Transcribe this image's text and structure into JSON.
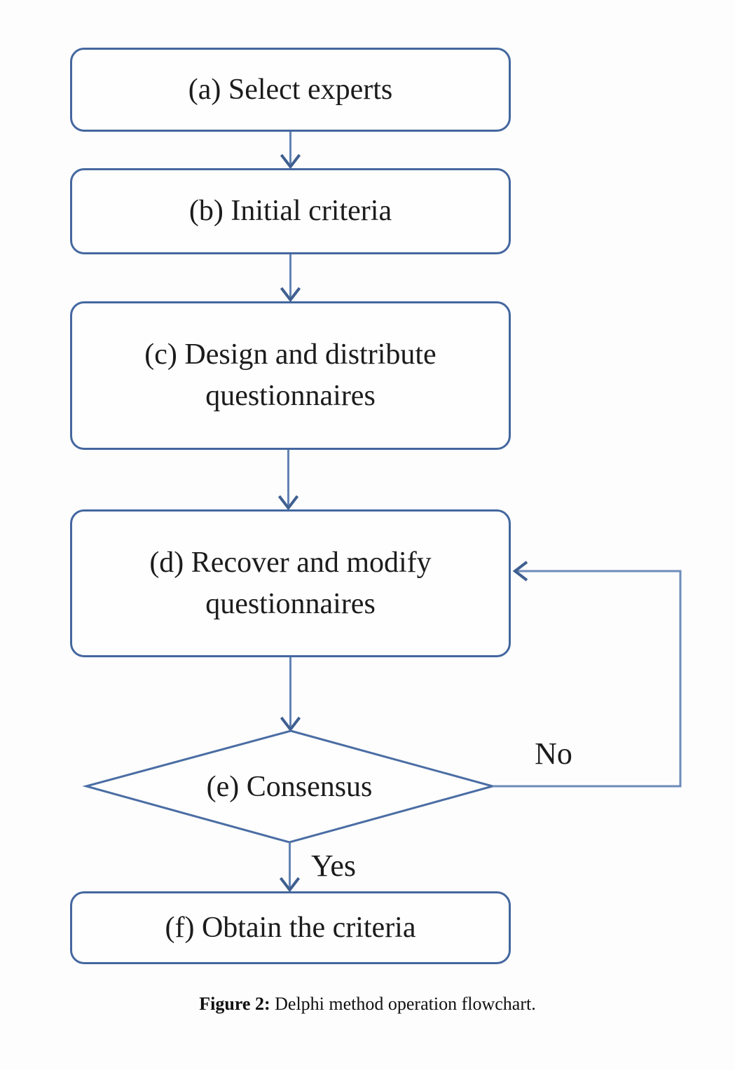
{
  "figure": {
    "caption_prefix": "Figure 2:",
    "caption_text": "Delphi method operation flowchart."
  },
  "colors": {
    "shape_stroke": "#44679f",
    "connector": "#6383b3",
    "arrowhead": "#3f5f90",
    "text": "#1c1c1c",
    "background": "#fdfdfd"
  },
  "flowchart": {
    "nodes": [
      {
        "id": "a",
        "type": "process",
        "label": "(a) Select experts"
      },
      {
        "id": "b",
        "type": "process",
        "label": "(b) Initial criteria"
      },
      {
        "id": "c",
        "type": "process",
        "lines": [
          "(c) Design and distribute",
          "questionnaires"
        ]
      },
      {
        "id": "d",
        "type": "process",
        "lines": [
          "(d) Recover and modify",
          "questionnaires"
        ]
      },
      {
        "id": "e",
        "type": "decision",
        "label": "(e) Consensus"
      },
      {
        "id": "f",
        "type": "process",
        "label": "(f) Obtain the criteria"
      }
    ],
    "edges": [
      {
        "from": "a",
        "to": "b",
        "label": ""
      },
      {
        "from": "b",
        "to": "c",
        "label": ""
      },
      {
        "from": "c",
        "to": "d",
        "label": ""
      },
      {
        "from": "d",
        "to": "e",
        "label": ""
      },
      {
        "from": "e",
        "to": "f",
        "label": "Yes"
      },
      {
        "from": "e",
        "to": "d",
        "label": "No"
      }
    ]
  }
}
